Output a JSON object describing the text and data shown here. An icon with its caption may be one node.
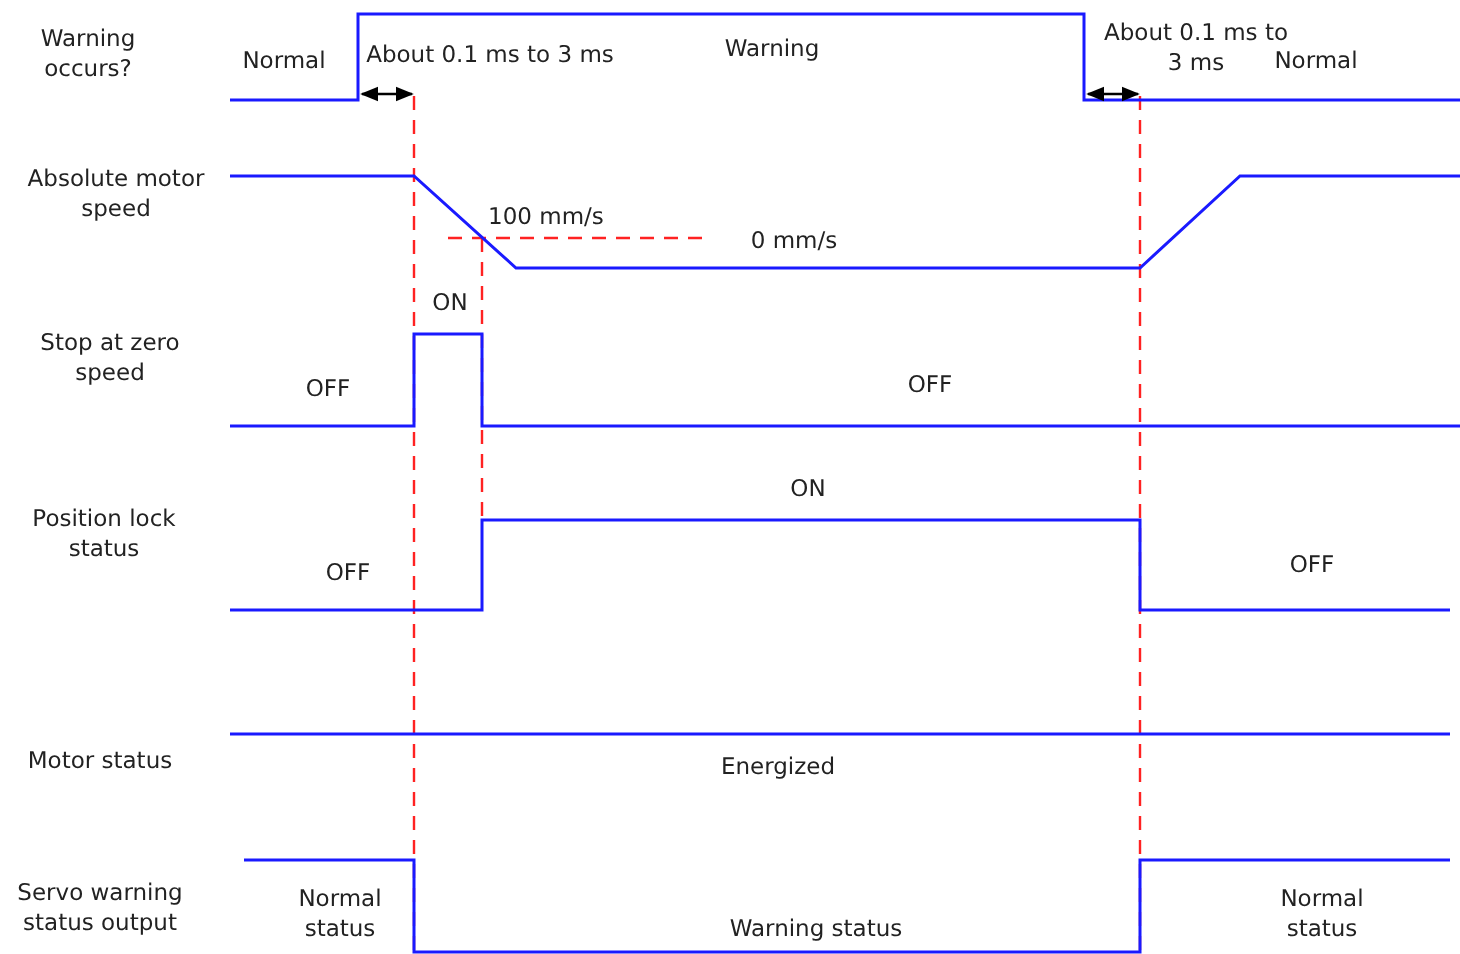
{
  "diagram": {
    "labels": [
      "Warning occurs?",
      "Normal",
      "About 0.1 ms to 3 ms",
      "Warning",
      "About 0.1 ms to 3 ms",
      "Normal",
      "Absolute motor speed",
      "100 mm/s",
      "0 mm/s",
      "ON",
      "Stop at zero speed",
      "OFF",
      "OFF",
      "ON",
      "Position lock status",
      "OFF",
      "OFF",
      "Motor status",
      "Energized",
      "Servo warning status output",
      "Normal status",
      "Warning status",
      "Normal status"
    ]
  }
}
